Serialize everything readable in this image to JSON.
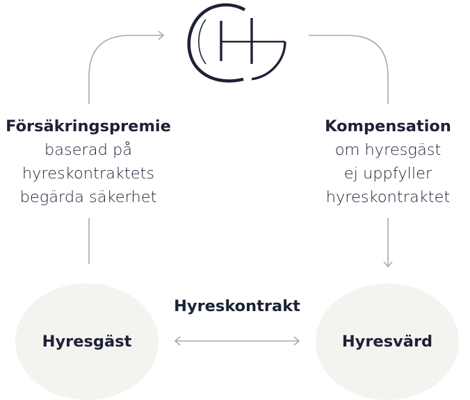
{
  "colors": {
    "text": "#1c2236",
    "connector": "#a8a8a8",
    "node_fill": "#f5f3f0",
    "logo": "#1c2236"
  },
  "logo": {
    "icon": "gh-monogram-logo"
  },
  "left_block": {
    "title": "Försäkringspremie",
    "lines": [
      "baserad på",
      "hyreskontraktets",
      "begärda säkerhet"
    ]
  },
  "right_block": {
    "title": "Kompensation",
    "lines": [
      "om hyresgäst",
      "ej uppfyller",
      "hyreskontraktet"
    ]
  },
  "nodes": {
    "tenant": "Hyresgäst",
    "landlord": "Hyresvärd"
  },
  "contract": {
    "label": "Hyreskontrakt"
  }
}
